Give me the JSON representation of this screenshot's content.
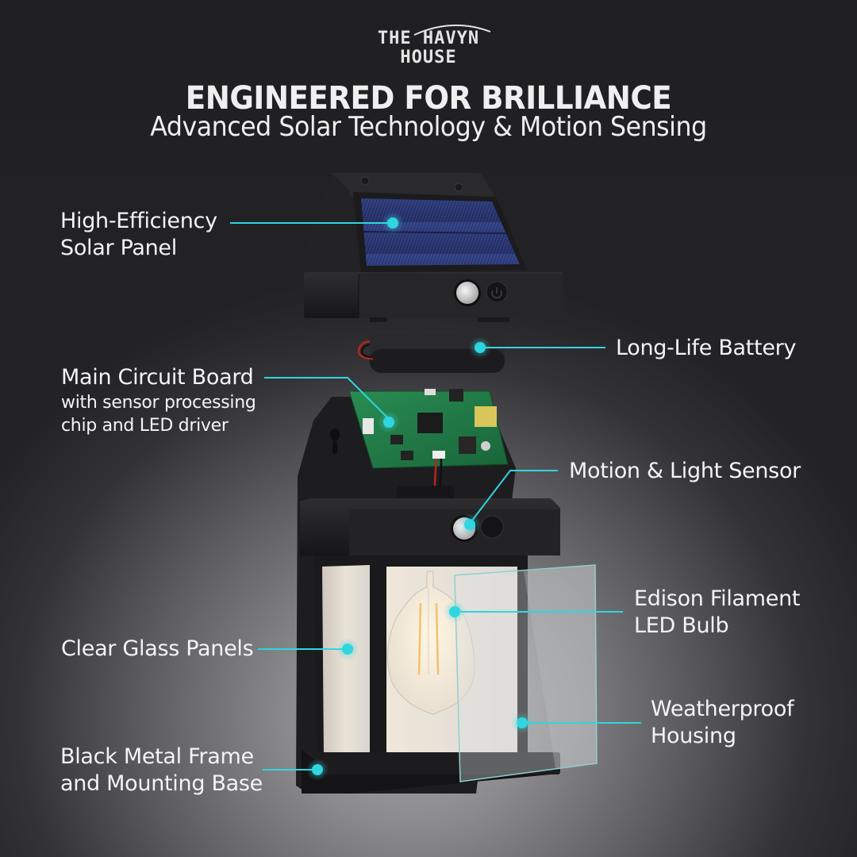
{
  "brand": {
    "line1": "THE HAVYN",
    "line2": "HOUSE"
  },
  "header": {
    "title": "ENGINEERED FOR BRILLIANCE",
    "subtitle": "Advanced Solar Technology & Motion Sensing"
  },
  "callouts": [
    {
      "id": "solar-panel",
      "lines": [
        "High-Efficiency",
        "Solar Panel"
      ],
      "side": "left"
    },
    {
      "id": "battery",
      "lines": [
        "Long-Life Battery"
      ],
      "side": "right"
    },
    {
      "id": "circuit-board",
      "lines": [
        "Main Circuit Board"
      ],
      "sub": [
        "with sensor processing",
        "chip and LED driver"
      ],
      "side": "left"
    },
    {
      "id": "motion-sensor",
      "lines": [
        "Motion & Light Sensor"
      ],
      "side": "right"
    },
    {
      "id": "led-bulb",
      "lines": [
        "Edison Filament",
        "LED Bulb"
      ],
      "side": "right"
    },
    {
      "id": "glass-panels",
      "lines": [
        "Clear Glass Panels"
      ],
      "side": "left"
    },
    {
      "id": "housing",
      "lines": [
        "Weatherproof",
        "Housing"
      ],
      "side": "right"
    },
    {
      "id": "frame",
      "lines": [
        "Black Metal Frame",
        "and Mounting Base"
      ],
      "side": "left"
    }
  ],
  "colors": {
    "accent": "#2fd6e0",
    "background_dark": "#1f1f22",
    "background_light": "#a9a9ab",
    "product_black": "#1c1c1e",
    "solar_blue": "#2b3a78",
    "pcb_green": "#1f7a45"
  }
}
